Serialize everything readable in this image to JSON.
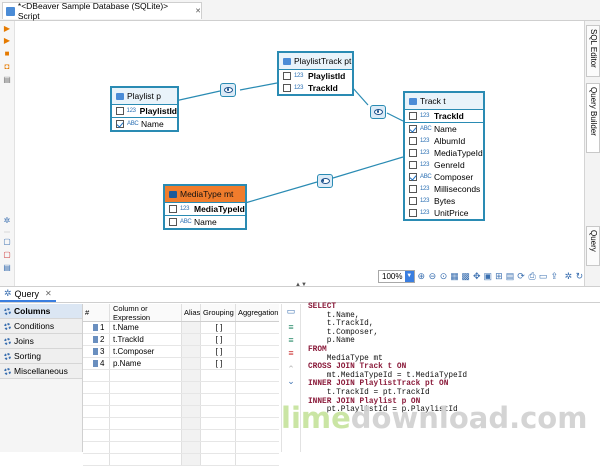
{
  "editor_tab": {
    "title": "*<DBeaver Sample Database (SQLite)> Script",
    "close": "✕"
  },
  "right_tabs": [
    "SQL Editor",
    "Query Builder",
    "Query"
  ],
  "tables": {
    "playlist": {
      "header": "Playlist p",
      "rows": [
        {
          "type": "123",
          "name": "PlaylistId",
          "checked": false,
          "bold": true
        },
        {
          "type": "ABC",
          "name": "Name",
          "checked": true,
          "bold": false
        }
      ]
    },
    "playlisttrack": {
      "header": "PlaylistTrack pt",
      "rows": [
        {
          "type": "123",
          "name": "PlaylistId",
          "checked": false,
          "bold": true
        },
        {
          "type": "123",
          "name": "TrackId",
          "checked": false,
          "bold": true
        }
      ]
    },
    "track": {
      "header": "Track t",
      "rows": [
        {
          "type": "123",
          "name": "TrackId",
          "checked": false,
          "bold": true
        },
        {
          "type": "ABC",
          "name": "Name",
          "checked": true,
          "bold": false
        },
        {
          "type": "123",
          "name": "AlbumId",
          "checked": false,
          "bold": false
        },
        {
          "type": "123",
          "name": "MediaTypeId",
          "checked": false,
          "bold": false
        },
        {
          "type": "123",
          "name": "GenreId",
          "checked": false,
          "bold": false
        },
        {
          "type": "ABC",
          "name": "Composer",
          "checked": true,
          "bold": false
        },
        {
          "type": "123",
          "name": "Milliseconds",
          "checked": false,
          "bold": false
        },
        {
          "type": "123",
          "name": "Bytes",
          "checked": false,
          "bold": false
        },
        {
          "type": "123",
          "name": "UnitPrice",
          "checked": false,
          "bold": false
        }
      ]
    },
    "mediatype": {
      "header": "MediaType mt",
      "rows": [
        {
          "type": "123",
          "name": "MediaTypeId",
          "checked": false,
          "bold": true
        },
        {
          "type": "ABC",
          "name": "Name",
          "checked": false,
          "bold": false
        }
      ]
    }
  },
  "zoom": {
    "value": "100%"
  },
  "bottom_tab": {
    "label": "Query",
    "close": "✕"
  },
  "side_list": [
    "Columns",
    "Conditions",
    "Joins",
    "Sorting",
    "Miscellaneous"
  ],
  "grid": {
    "headers": [
      "#",
      "Column or Expression",
      "Alias",
      "Grouping",
      "Aggregation"
    ],
    "rows": [
      {
        "num": "1",
        "expr": "t.Name",
        "alias": "",
        "grouping": "[ ]",
        "agg": ""
      },
      {
        "num": "2",
        "expr": "t.TrackId",
        "alias": "",
        "grouping": "[ ]",
        "agg": ""
      },
      {
        "num": "3",
        "expr": "t.Composer",
        "alias": "",
        "grouping": "[ ]",
        "agg": ""
      },
      {
        "num": "4",
        "expr": "p.Name",
        "alias": "",
        "grouping": "[ ]",
        "agg": ""
      }
    ]
  },
  "sql": [
    {
      "kw": "SELECT",
      "text": ""
    },
    {
      "kw": "",
      "text": "    t.Name,"
    },
    {
      "kw": "",
      "text": "    t.TrackId,"
    },
    {
      "kw": "",
      "text": "    t.Composer,"
    },
    {
      "kw": "",
      "text": "    p.Name"
    },
    {
      "kw": "FROM",
      "text": ""
    },
    {
      "kw": "",
      "text": "    MediaType mt"
    },
    {
      "kw": "CROSS JOIN Track t ON",
      "text": ""
    },
    {
      "kw": "",
      "text": "    mt.MediaTypeId = t.MediaTypeId"
    },
    {
      "kw": "INNER JOIN PlaylistTrack pt ON",
      "text": ""
    },
    {
      "kw": "",
      "text": "    t.TrackId = pt.TrackId"
    },
    {
      "kw": "INNER JOIN Playlist p ON",
      "text": ""
    },
    {
      "kw": "",
      "text": "    pt.PlaylistId = p.PlaylistId"
    }
  ],
  "watermark": {
    "part1": "lime",
    "part2": "download.com"
  },
  "colors": {
    "accent": "#2a8bb3",
    "highlight_table": "#f07c2c",
    "keyword": "#8a1a3a"
  }
}
